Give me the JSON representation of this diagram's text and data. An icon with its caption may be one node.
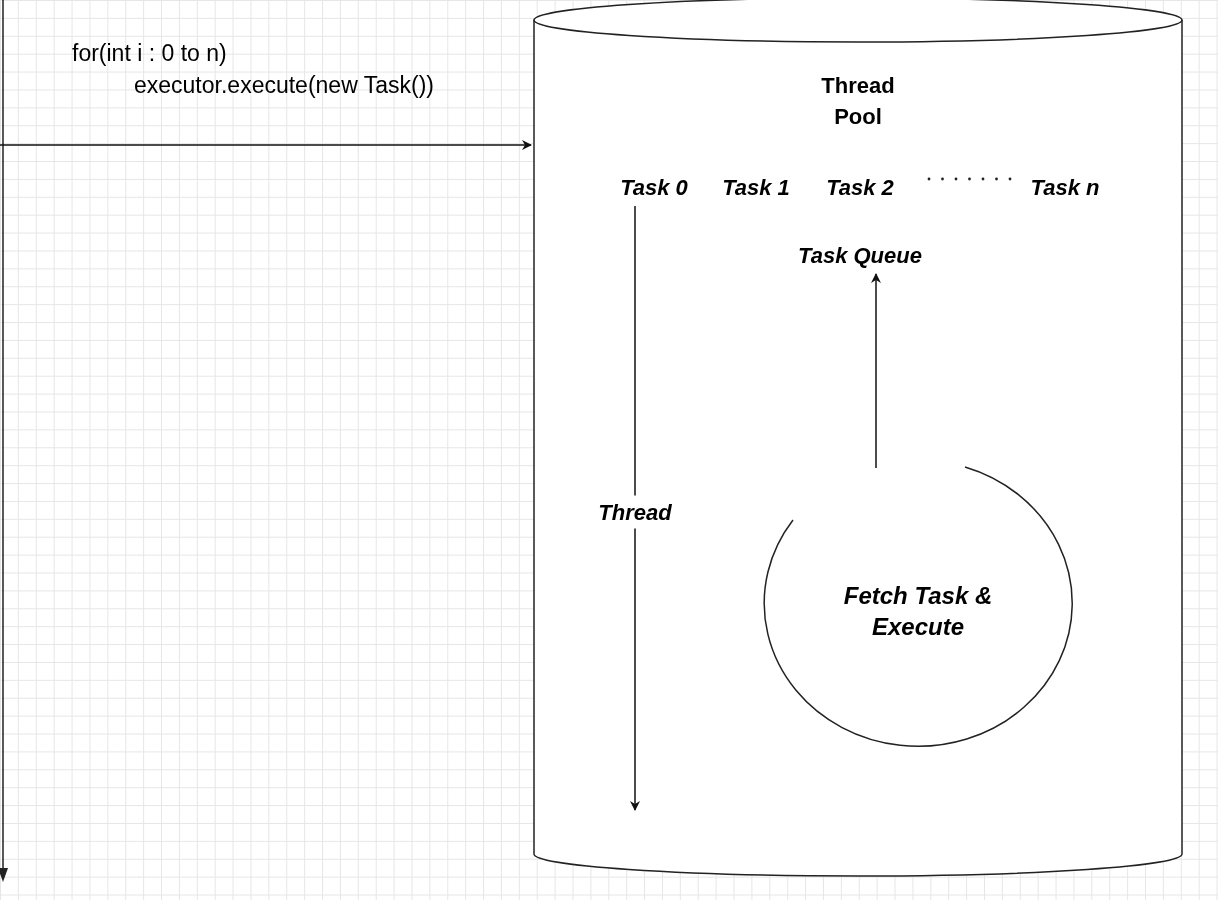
{
  "diagram": {
    "nodes": [
      {
        "text": [
          "Thread Pool"
        ]
      },
      {
        "text": [
          "Task 0"
        ],
        "in": 0
      },
      {
        "text": [
          "Task 1"
        ],
        "in": 0
      },
      {
        "text": [
          "Task 2"
        ],
        "in": 0
      },
      {
        "text": [
          "Task n"
        ],
        "in": 0
      },
      {
        "text": [
          "Task Queue"
        ],
        "in": 0
      },
      {
        "text": [
          "Fetch Task & Execute"
        ],
        "in": 0
      }
    ],
    "edges": [
      {
        "from": null,
        "to": 0,
        "arrow": "to"
      },
      {
        "from": 1,
        "to": null,
        "arrow": "to",
        "label": "Thread"
      },
      {
        "from": 6,
        "to": 5,
        "arrow": "to"
      }
    ],
    "labels": [
      "for(int i : 0 to n)",
      "executor.execute(new Task())"
    ]
  }
}
